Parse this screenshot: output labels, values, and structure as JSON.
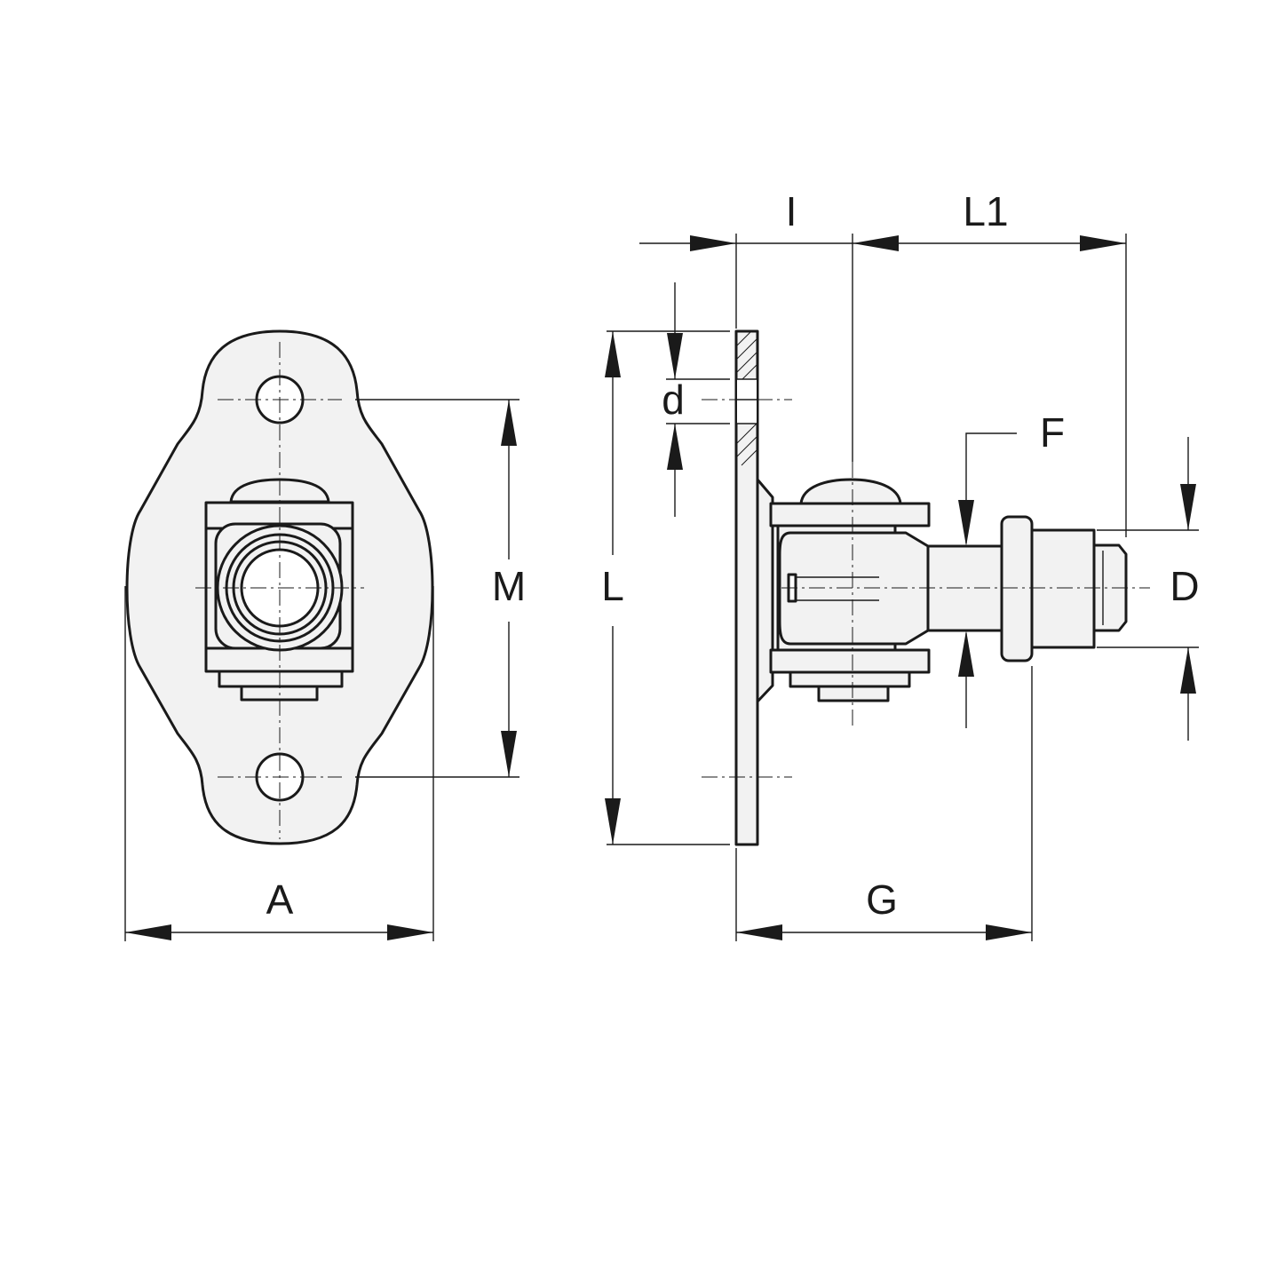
{
  "labels": {
    "A": "A",
    "M": "M",
    "L": "L",
    "d": "d",
    "I": "I",
    "L1": "L1",
    "F": "F",
    "D": "D",
    "G": "G"
  },
  "colors": {
    "stroke": "#1a1a1a",
    "fill": "#f2f2f2",
    "background": "#ffffff"
  }
}
